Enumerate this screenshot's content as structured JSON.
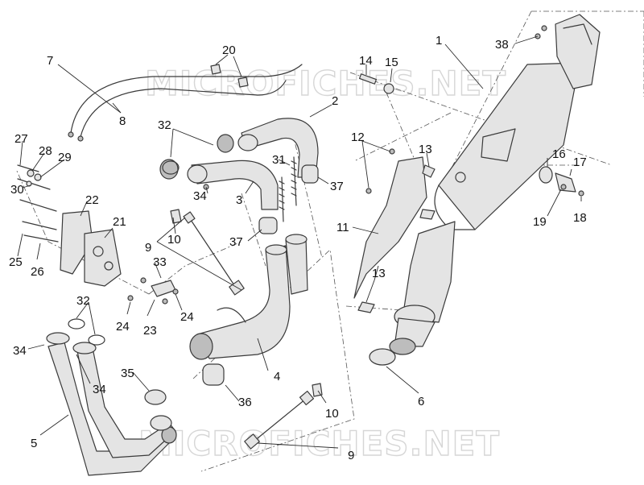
{
  "watermarks": [
    "MICROFICHES.NET",
    "MICROFICHES.NET"
  ],
  "callouts": [
    {
      "id": "c1",
      "text": "1"
    },
    {
      "id": "c2",
      "text": "2"
    },
    {
      "id": "c3",
      "text": "3"
    },
    {
      "id": "c4",
      "text": "4"
    },
    {
      "id": "c5",
      "text": "5"
    },
    {
      "id": "c6",
      "text": "6"
    },
    {
      "id": "c7",
      "text": "7"
    },
    {
      "id": "c8",
      "text": "8"
    },
    {
      "id": "c9a",
      "text": "9"
    },
    {
      "id": "c9b",
      "text": "9"
    },
    {
      "id": "c10a",
      "text": "10"
    },
    {
      "id": "c10b",
      "text": "10"
    },
    {
      "id": "c11",
      "text": "11"
    },
    {
      "id": "c12",
      "text": "12"
    },
    {
      "id": "c13a",
      "text": "13"
    },
    {
      "id": "c13b",
      "text": "13"
    },
    {
      "id": "c14",
      "text": "14"
    },
    {
      "id": "c15",
      "text": "15"
    },
    {
      "id": "c16",
      "text": "16"
    },
    {
      "id": "c17",
      "text": "17"
    },
    {
      "id": "c18",
      "text": "18"
    },
    {
      "id": "c19",
      "text": "19"
    },
    {
      "id": "c20",
      "text": "20"
    },
    {
      "id": "c21",
      "text": "21"
    },
    {
      "id": "c22",
      "text": "22"
    },
    {
      "id": "c23",
      "text": "23"
    },
    {
      "id": "c24a",
      "text": "24"
    },
    {
      "id": "c24b",
      "text": "24"
    },
    {
      "id": "c25",
      "text": "25"
    },
    {
      "id": "c26",
      "text": "26"
    },
    {
      "id": "c27",
      "text": "27"
    },
    {
      "id": "c28",
      "text": "28"
    },
    {
      "id": "c29",
      "text": "29"
    },
    {
      "id": "c30",
      "text": "30"
    },
    {
      "id": "c31",
      "text": "31"
    },
    {
      "id": "c32a",
      "text": "32"
    },
    {
      "id": "c32b",
      "text": "32"
    },
    {
      "id": "c33",
      "text": "33"
    },
    {
      "id": "c34a",
      "text": "34"
    },
    {
      "id": "c34b",
      "text": "34"
    },
    {
      "id": "c34c",
      "text": "34"
    },
    {
      "id": "c35",
      "text": "35"
    },
    {
      "id": "c36",
      "text": "36"
    },
    {
      "id": "c37a",
      "text": "37"
    },
    {
      "id": "c37b",
      "text": "37"
    },
    {
      "id": "c38",
      "text": "38"
    }
  ]
}
